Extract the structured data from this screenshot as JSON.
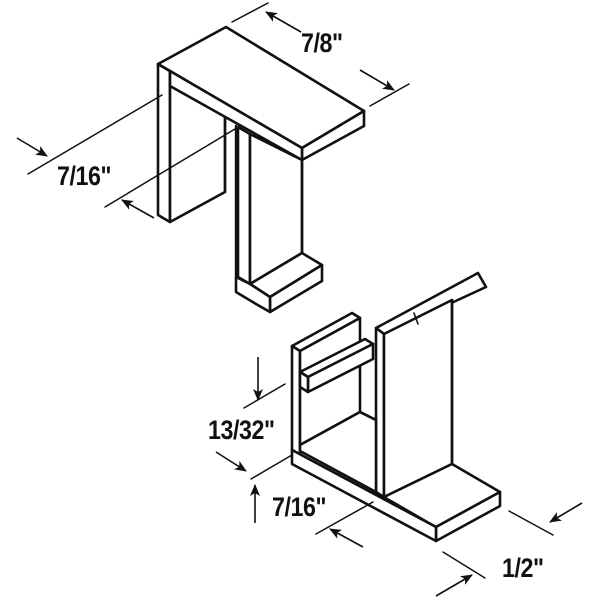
{
  "diagram": {
    "title": "",
    "colors": {
      "line": "#111111",
      "background": "#ffffff"
    },
    "parts": [
      {
        "id": "upper-bracket",
        "description": "Inverted J-shaped top clip"
      },
      {
        "id": "lower-bracket",
        "description": "U-shaped bottom channel clip with lip"
      }
    ],
    "dimensions": {
      "upper_width": "7/8\"",
      "upper_depth": "7/16\"",
      "lower_lip_height": "13/32\"",
      "lower_depth": "7/16\"",
      "lower_width": "1/2\""
    }
  }
}
